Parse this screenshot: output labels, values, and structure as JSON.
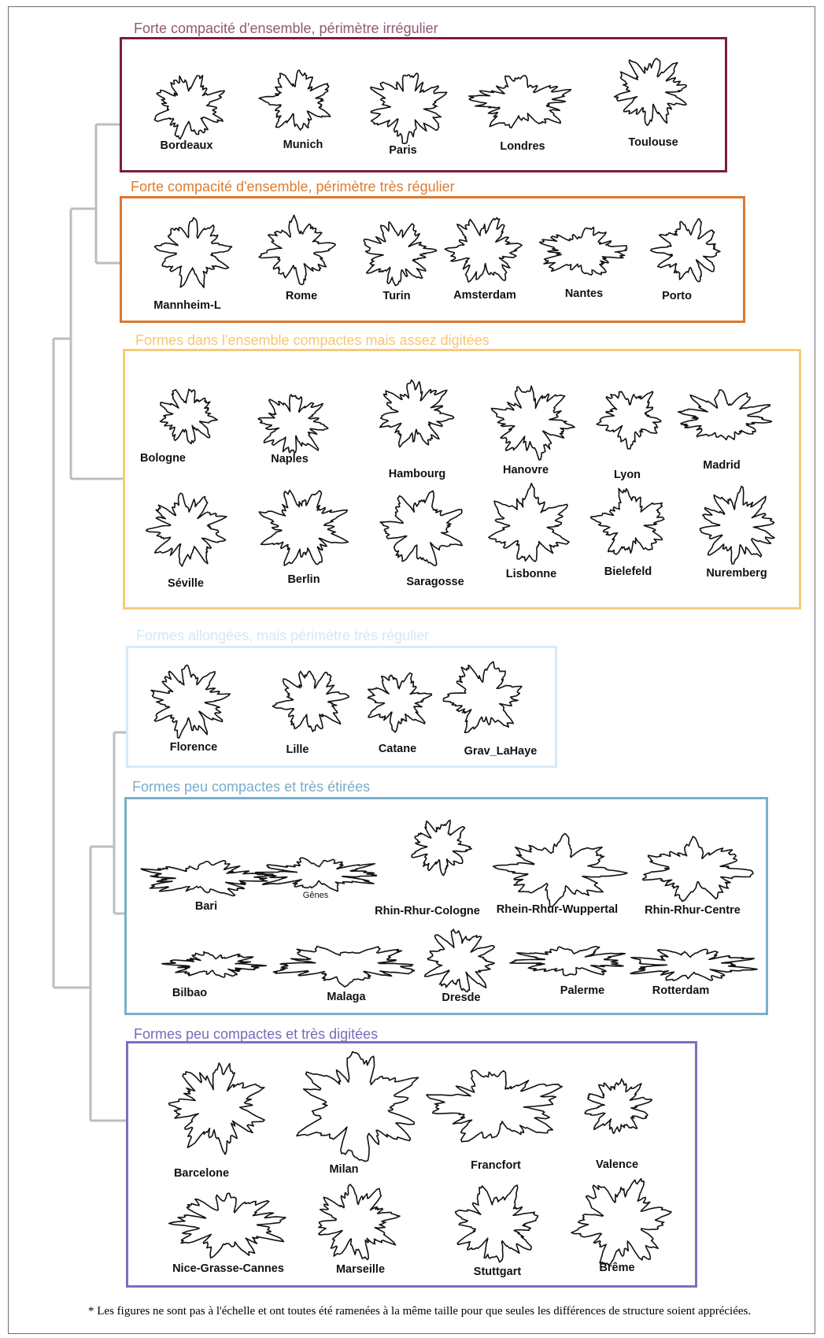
{
  "groups": [
    {
      "title": "Forte compacité d'ensemble, périmètre irrégulier",
      "color": "#7a1f3a",
      "title_color": "#8f5a77",
      "cities": [
        "Bordeaux",
        "Munich",
        "Paris",
        "Londres",
        "Toulouse"
      ]
    },
    {
      "title": "Forte compacité d'ensemble, périmètre très régulier",
      "color": "#d9782f",
      "title_color": "#e07b2f",
      "cities": [
        "Mannheim-L",
        "Rome",
        "Turin",
        "Amsterdam",
        "Nantes",
        "Porto"
      ]
    },
    {
      "title": "Formes dans l'ensemble compactes mais assez digitées",
      "color": "#f6cc78",
      "title_color": "#f5c776",
      "cities": [
        "Bologne",
        "Naples",
        "Hambourg",
        "Hanovre",
        "Lyon",
        "Madrid",
        "Séville",
        "Berlin",
        "Saragosse",
        "Lisbonne",
        "Bielefeld",
        "Nuremberg"
      ]
    },
    {
      "title": "Formes allongées, mais périmètre très régulier",
      "color": "#d6ebf8",
      "title_color": "#d3e8f6",
      "cities": [
        "Florence",
        "Lille",
        "Catane",
        "Grav_LaHaye"
      ]
    },
    {
      "title": "Formes peu compactes et très étirées",
      "color": "#79aecb",
      "title_color": "#7aaccb",
      "cities": [
        "Bari",
        "Gênes",
        "Rhin-Rhur-Cologne",
        "Rhein-Rhur-Wuppertal",
        "Rhin-Rhur-Centre",
        "Bilbao",
        "Malaga",
        "Dresde",
        "Palerme",
        "Rotterdam"
      ]
    },
    {
      "title": "Formes peu compactes et très digitées",
      "color": "#7b6fc0",
      "title_color": "#7a6ab8",
      "cities": [
        "Barcelone",
        "Milan",
        "Francfort",
        "Valence",
        "Nice-Grasse-Cannes",
        "Marseille",
        "Stuttgart",
        "Brême"
      ]
    }
  ],
  "footnote": "* Les figures ne sont pas à l'échelle et ont toutes été ramenées à la même taille pour que seules les différences de structure soient appréciées.",
  "colors": {
    "dendrogram": "#bdbdbd",
    "outline": "#111111",
    "frame": "#6e6e6e"
  }
}
